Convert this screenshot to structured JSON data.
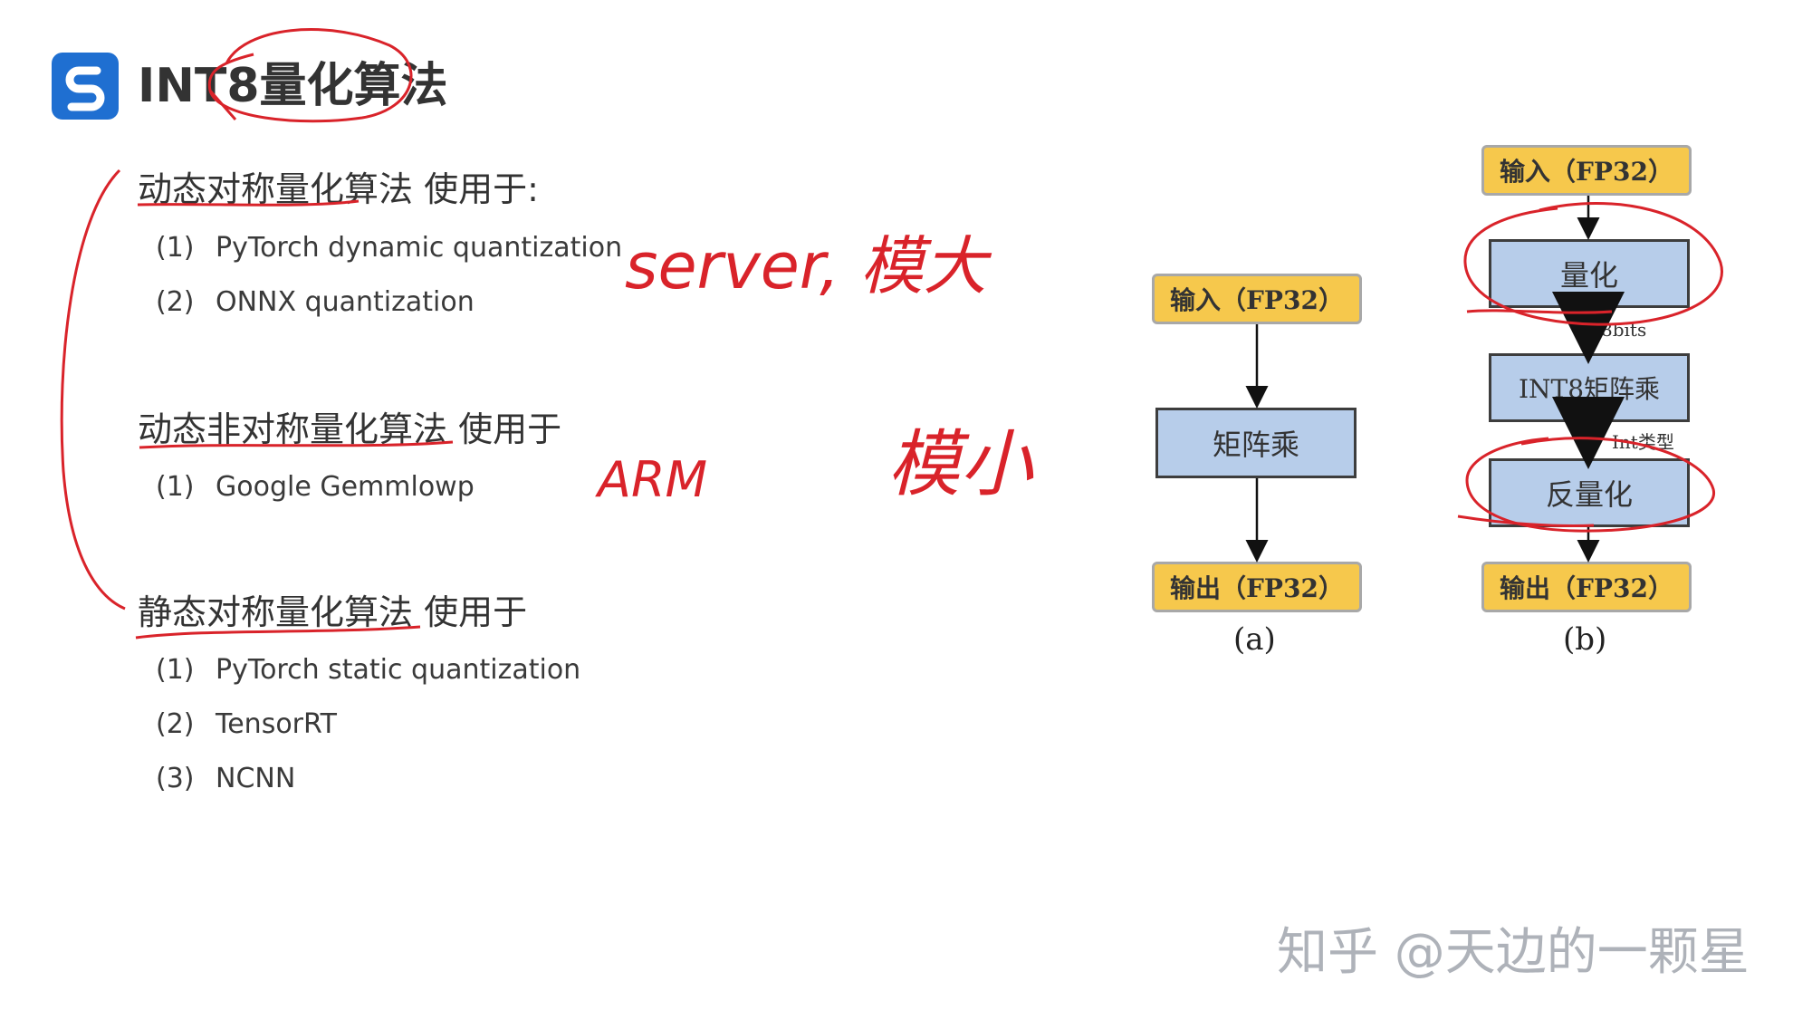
{
  "slide": {
    "title": "INT8量化算法"
  },
  "sections": [
    {
      "heading": "动态对称量化算法 使用于:",
      "items": [
        {
          "num": "(1)",
          "text": "PyTorch dynamic quantization"
        },
        {
          "num": "(2)",
          "text": "ONNX quantization"
        }
      ]
    },
    {
      "heading": "动态非对称量化算法 使用于",
      "items": [
        {
          "num": "(1)",
          "text": "Google Gemmlowp"
        }
      ]
    },
    {
      "heading": "静态对称量化算法 使用于",
      "items": [
        {
          "num": "(1)",
          "text": "PyTorch static quantization"
        },
        {
          "num": "(2)",
          "text": "TensorRT"
        },
        {
          "num": "(3)",
          "text": "NCNN"
        }
      ]
    }
  ],
  "handwriting": {
    "note1": "server, 模大",
    "note2": "ARM",
    "note3": "模小"
  },
  "diagram_a": {
    "input": "输入（FP32）",
    "op": "矩阵乘",
    "output": "输出（FP32）",
    "caption": "(a)"
  },
  "diagram_b": {
    "input": "输入（FP32）",
    "quant": "量化",
    "bits_note": "8bits",
    "op": "INT8矩阵乘",
    "int_note": "Int类型",
    "dequant": "反量化",
    "output": "输出（FP32）",
    "caption": "(b)"
  },
  "watermark": "知乎 @天边的一颗星",
  "colors": {
    "logo": "#1f6fd1",
    "box_yellow": "#f6c84c",
    "box_blue": "#b7cdea",
    "annotation_red": "#d9232a"
  }
}
